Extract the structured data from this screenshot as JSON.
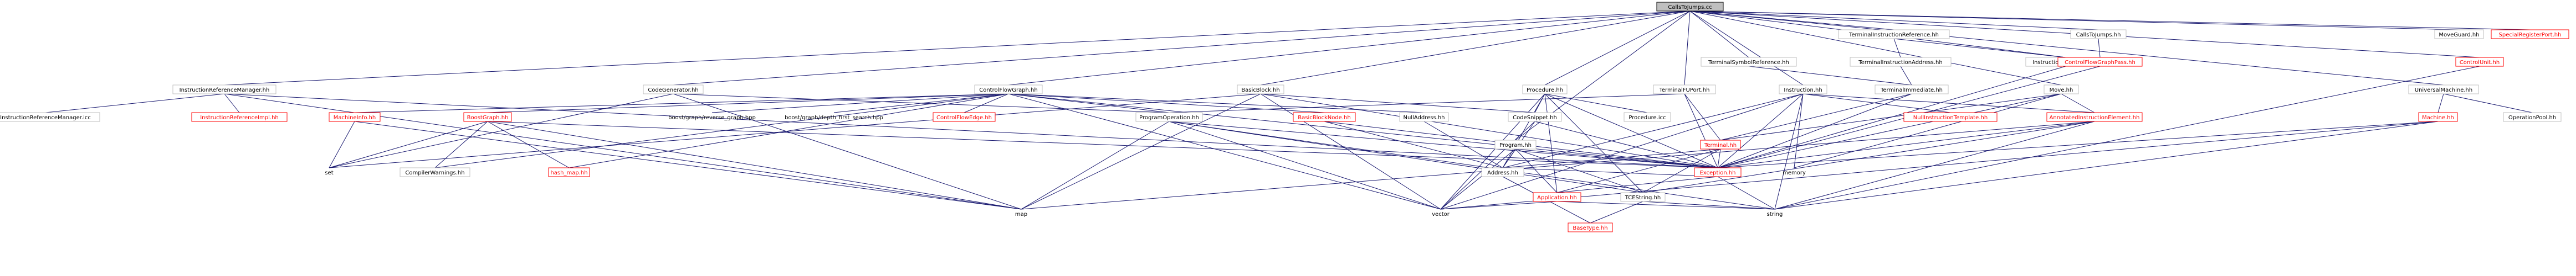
{
  "title": "CallsToJumps.cc",
  "nodes": {
    "root": "CallsToJumps.cc",
    "instr_ref_manager": "InstructionReferenceManager.hh",
    "instr_ref_manager_icc": "InstructionReferenceManager.icc",
    "instr_ref_impl": "InstructionReferenceImpl.hh",
    "code_generator": "CodeGenerator.hh",
    "machine_info": "MachineInfo.hh",
    "control_flow_graph": "ControlFlowGraph.hh",
    "boost_graph": "BoostGraph.hh",
    "reverse_graph": "boost/graph/reverse_graph.hpp",
    "depth_first": "boost/graph/depth_first_search.hpp",
    "control_flow_edge": "ControlFlowEdge.hh",
    "basic_block": "BasicBlock.hh",
    "basic_block_node": "BasicBlockNode.hh",
    "null_address": "NullAddress.hh",
    "procedure": "Procedure.hh",
    "code_snippet": "CodeSnippet.hh",
    "procedure_icc": "Procedure.icc",
    "program": "Program.hh",
    "terminal_fu_port": "TerminalFUPort.hh",
    "terminal_symbol_ref": "TerminalSymbolReference.hh",
    "terminal_instr_ref": "TerminalInstructionReference.hh",
    "terminal_instr_addr": "TerminalInstructionAddress.hh",
    "terminal_immediate": "TerminalImmediate.hh",
    "instruction": "Instruction.hh",
    "null_instr_template": "NullInstructionTemplate.hh",
    "instruction_reference": "InstructionReference.hh",
    "move": "Move.hh",
    "annotated_instr_elem": "AnnotatedInstructionElement.hh",
    "calls_to_jumps_hh": "CallsToJumps.hh",
    "cfg_pass": "ControlFlowGraphPass.hh",
    "move_guard": "MoveGuard.hh",
    "special_register_port": "SpecialRegisterPort.hh",
    "control_unit": "ControlUnit.hh",
    "universal_machine": "UniversalMachine.hh",
    "machine": "Machine.hh",
    "operation_pool": "OperationPool.hh",
    "program_operation": "ProgramOperation.hh",
    "terminal": "Terminal.hh",
    "compiler_warnings": "CompilerWarnings.hh",
    "hash_map": "hash_map.hh",
    "set": "set",
    "map": "map",
    "vector": "vector",
    "address": "Address.hh",
    "application": "Application.hh",
    "tce_string": "TCEString.hh",
    "exception": "Exception.hh",
    "memory": "memory",
    "base_type": "BaseType.hh",
    "string": "string"
  },
  "colors": {
    "edge": "#191970",
    "node_border": "#bfbfbf",
    "selected_fill": "#bfbfbf",
    "undocumented": "#ff0000"
  }
}
